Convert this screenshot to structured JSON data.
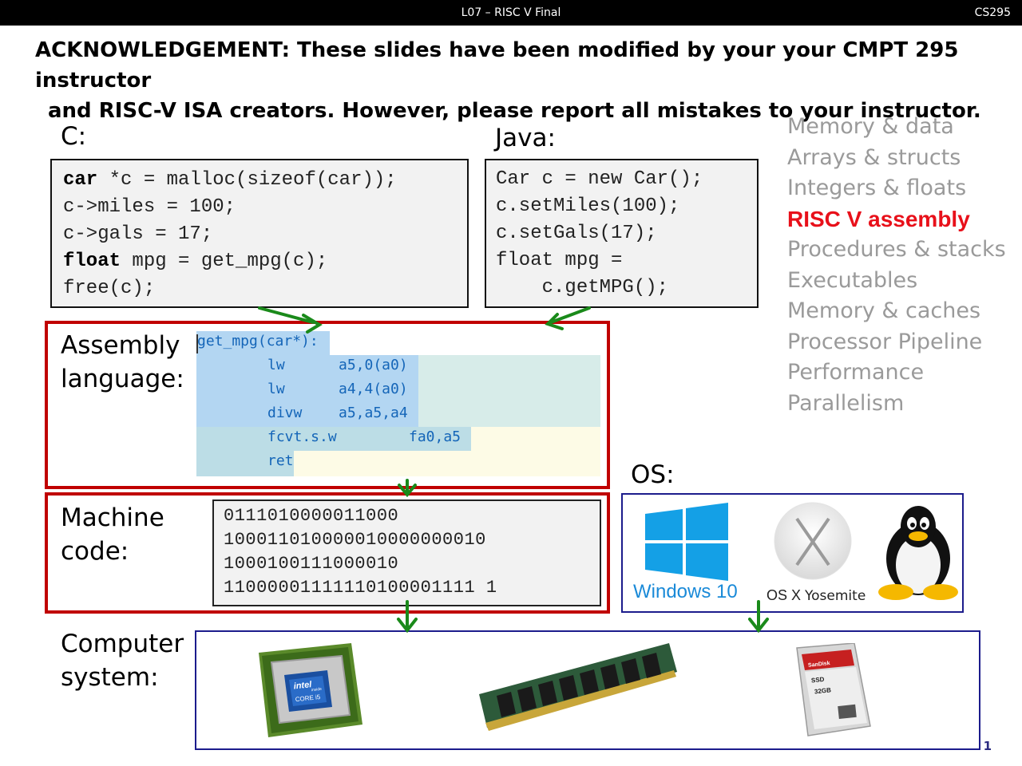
{
  "header": {
    "title": "L07 – RISC V Final",
    "course": "CS295"
  },
  "acknowledgement": {
    "line1": "ACKNOWLEDGEMENT: These slides have been modified by your your CMPT 295 instructor",
    "line2": "and RISC-V ISA creators. However,  please report all mistakes to your instructor."
  },
  "c_section": {
    "label": "C:",
    "lines": [
      {
        "kw": "car",
        "rest": " *c = malloc(sizeof(car));"
      },
      {
        "kw": "",
        "rest": "c->miles = 100;"
      },
      {
        "kw": "",
        "rest": "c->gals = 17;"
      },
      {
        "kw": "float",
        "rest": " mpg = get_mpg(c);"
      },
      {
        "kw": "",
        "rest": "free(c);"
      }
    ]
  },
  "java_section": {
    "label": "Java:",
    "lines": [
      "Car c = new Car();",
      "c.setMiles(100);",
      "c.setGals(17);",
      "float mpg =",
      "    c.getMPG();"
    ]
  },
  "topics": [
    {
      "label": "Memory & data",
      "active": false
    },
    {
      "label": "Arrays & structs",
      "active": false
    },
    {
      "label": "Integers & floats",
      "active": false
    },
    {
      "label": "RISC V assembly",
      "active": true
    },
    {
      "label": "Procedures & stacks",
      "active": false
    },
    {
      "label": "Executables",
      "active": false
    },
    {
      "label": "Memory & caches",
      "active": false
    },
    {
      "label": "Processor Pipeline",
      "active": false
    },
    {
      "label": "Performance",
      "active": false
    },
    {
      "label": "Parallelism",
      "active": false
    }
  ],
  "assembly": {
    "label_line1": "Assembly",
    "label_line2": "language:",
    "func": "get_mpg(car*):",
    "instructions": [
      {
        "op": "lw",
        "args": "a5,0(a0)"
      },
      {
        "op": "lw",
        "args": "a4,4(a0)"
      },
      {
        "op": "divw",
        "args": "a5,a5,a4"
      },
      {
        "op": "fcvt.s.w",
        "args": "fa0,a5"
      },
      {
        "op": "ret",
        "args": ""
      }
    ]
  },
  "machine": {
    "label_line1": "Machine",
    "label_line2": "code:",
    "lines": [
      "0111010000011000",
      "100011010000010000000010",
      "1000100111000010",
      "11000001111110100001111 1"
    ]
  },
  "os": {
    "label": "OS:",
    "windows_label": "Windows 10",
    "osx_prefix": "OS X",
    "osx_name": "Yosemite"
  },
  "computer": {
    "label_line1": "Computer",
    "label_line2": "system:"
  },
  "cpu_brand": "intel",
  "cpu_inside": "inside",
  "cpu_model": "CORE i5",
  "ssd": {
    "brand": "SanDisk",
    "type": "SSD",
    "capacity": "32GB"
  },
  "page_number": "1",
  "colors": {
    "red": "#c00000",
    "blue": "#1c1c8c",
    "green": "#1a8a1a",
    "topic_active": "#e8101a",
    "topic_inactive": "#9a9a9a"
  }
}
